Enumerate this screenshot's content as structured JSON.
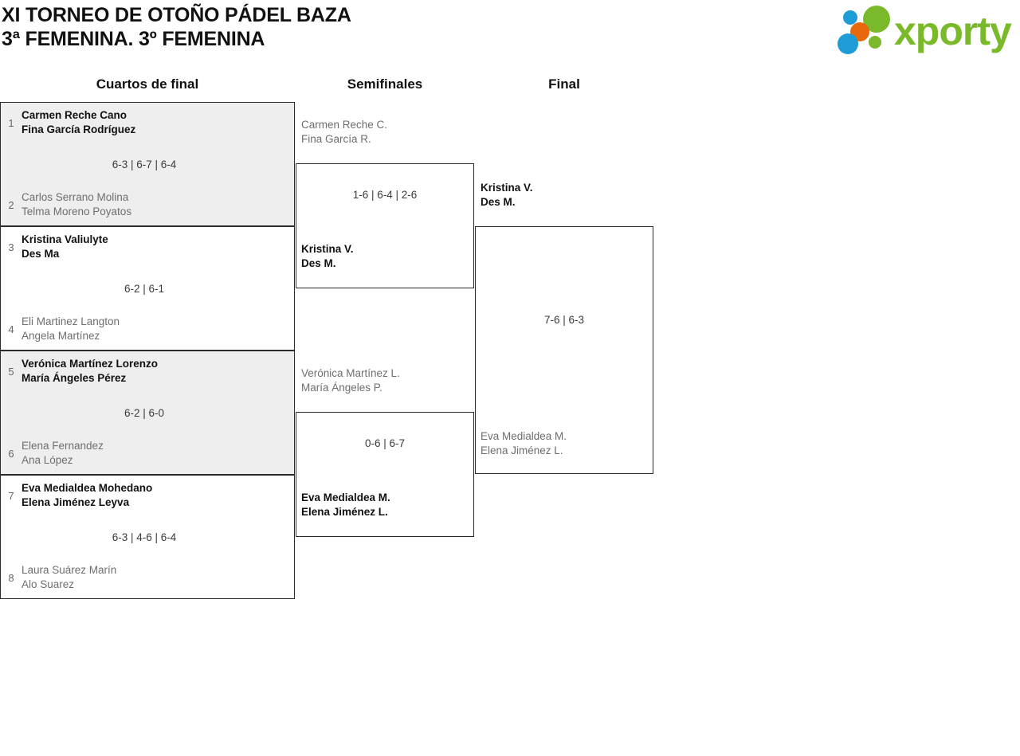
{
  "header": {
    "title_line1": "XI TORNEO DE OTOÑO PÁDEL BAZA",
    "title_line2": "3ª FEMENINA. 3º FEMENINA",
    "logo": {
      "wordmark": "xporty",
      "colors": {
        "green": "#7ab929",
        "blue": "#1e9cd7",
        "orange": "#e8690b"
      }
    }
  },
  "rounds": [
    {
      "label": "Cuartos de final"
    },
    {
      "label": "Semifinales"
    },
    {
      "label": "Final"
    }
  ],
  "quarterfinals": [
    {
      "shaded": true,
      "score": "6-3 | 6-7 | 6-4",
      "top": {
        "seed": "1",
        "line1": "Carmen Reche Cano",
        "line2": "Fina García Rodríguez",
        "winner": true
      },
      "bottom": {
        "seed": "2",
        "line1": "Carlos Serrano Molina",
        "line2": "Telma Moreno Poyatos",
        "winner": false
      }
    },
    {
      "shaded": false,
      "score": "6-2 | 6-1",
      "top": {
        "seed": "3",
        "line1": "Kristina Valiulyte",
        "line2": "Des Ma",
        "winner": true
      },
      "bottom": {
        "seed": "4",
        "line1": "Eli Martinez Langton",
        "line2": "Angela Martínez",
        "winner": false
      }
    },
    {
      "shaded": true,
      "score": "6-2 | 6-0",
      "top": {
        "seed": "5",
        "line1": "Verónica Martínez Lorenzo",
        "line2": "María Ángeles Pérez",
        "winner": true
      },
      "bottom": {
        "seed": "6",
        "line1": "Elena Fernandez",
        "line2": "Ana López",
        "winner": false
      }
    },
    {
      "shaded": false,
      "score": "6-3 | 4-6 | 6-4",
      "top": {
        "seed": "7",
        "line1": "Eva Medialdea Mohedano",
        "line2": "Elena Jiménez Leyva",
        "winner": true
      },
      "bottom": {
        "seed": "8",
        "line1": "Laura Suárez Marín",
        "line2": "Alo Suarez",
        "winner": false
      }
    }
  ],
  "semifinals": [
    {
      "score": "1-6 | 6-4 | 2-6",
      "top": {
        "line1": "Carmen Reche C.",
        "line2": "Fina García R.",
        "winner": false
      },
      "bottom": {
        "line1": "Kristina V.",
        "line2": "Des M.",
        "winner": true
      }
    },
    {
      "score": "0-6 | 6-7",
      "top": {
        "line1": "Verónica Martínez L.",
        "line2": "María Ángeles P.",
        "winner": false
      },
      "bottom": {
        "line1": "Eva Medialdea M.",
        "line2": "Elena Jiménez L.",
        "winner": true
      }
    }
  ],
  "final": {
    "score": "7-6 | 6-3",
    "top": {
      "line1": "Kristina V.",
      "line2": "Des M.",
      "winner": true
    },
    "bottom": {
      "line1": "Eva Medialdea M.",
      "line2": "Elena Jiménez L.",
      "winner": false
    }
  }
}
